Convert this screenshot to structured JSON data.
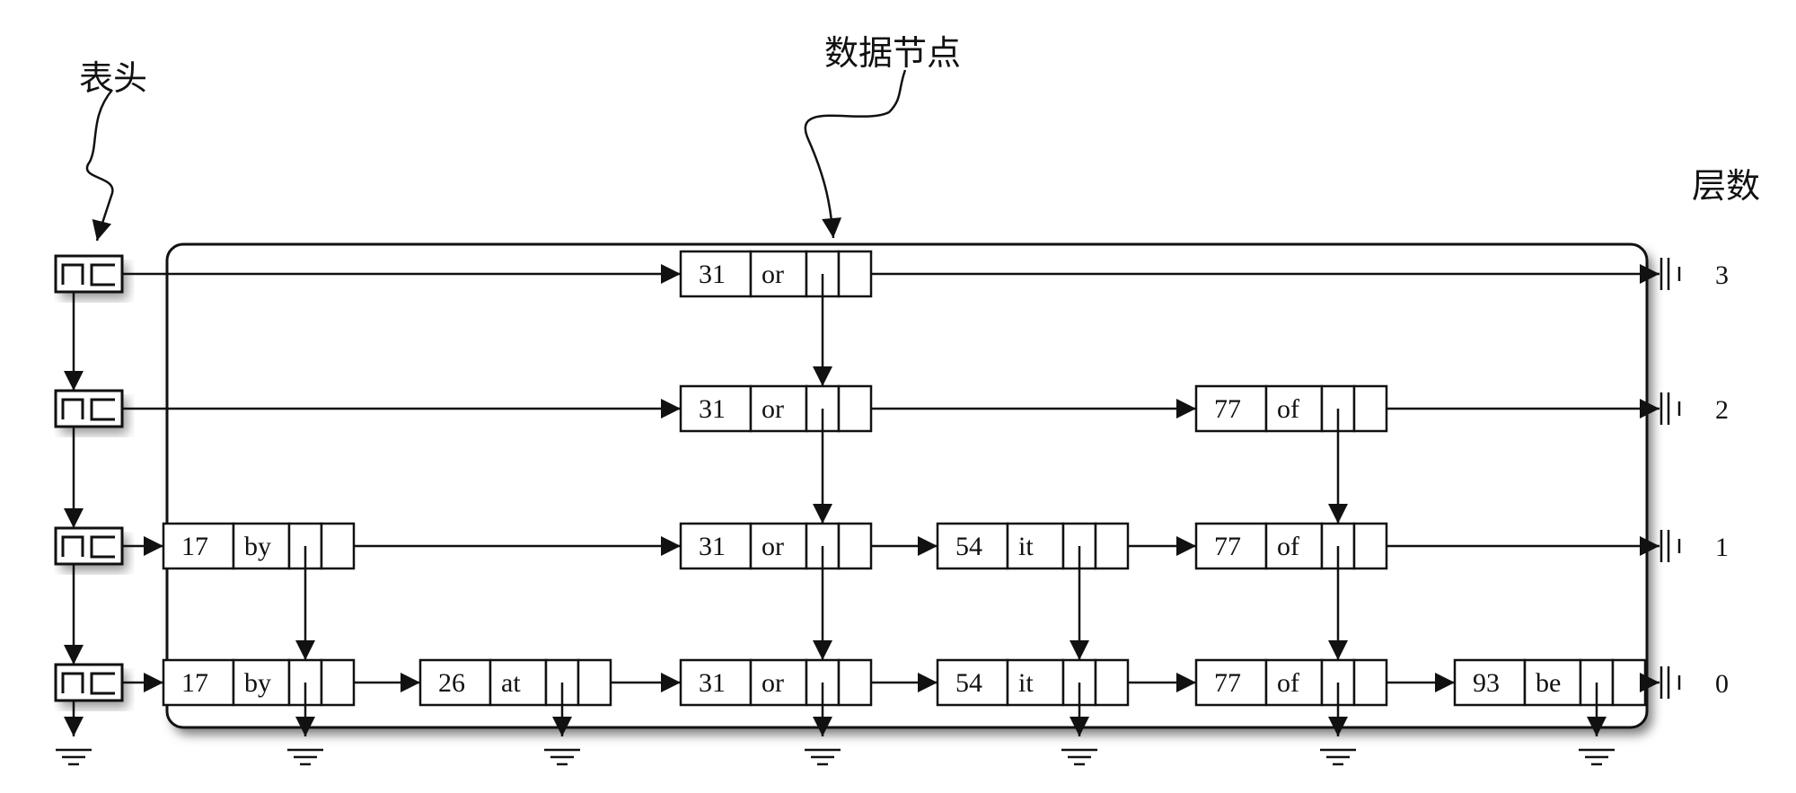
{
  "labels": {
    "header": "表头",
    "data_node": "数据节点",
    "levels": "层数"
  },
  "level_numbers": [
    "3",
    "2",
    "1",
    "0"
  ],
  "max_level": 3,
  "nodes": [
    {
      "key": "17",
      "value": "by",
      "height": 2
    },
    {
      "key": "26",
      "value": "at",
      "height": 1
    },
    {
      "key": "31",
      "value": "or",
      "height": 4
    },
    {
      "key": "54",
      "value": "it",
      "height": 2
    },
    {
      "key": "77",
      "value": "of",
      "height": 3
    },
    {
      "key": "93",
      "value": "be",
      "height": 1
    }
  ],
  "colors": {
    "line": "#111111",
    "box_fill": "#ffffff",
    "shadow": "#9a9a9a"
  }
}
